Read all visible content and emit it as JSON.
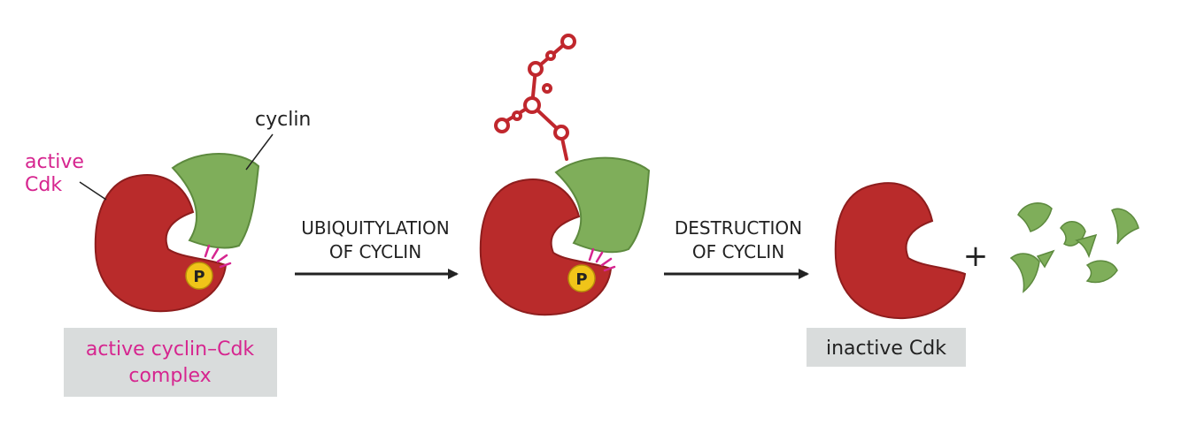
{
  "labels": {
    "cyclin": "cyclin",
    "active_cdk_line1": "active",
    "active_cdk_line2": "Cdk",
    "phospho": "P",
    "step1_line1": "UBIQUITYLATION",
    "step1_line2": "OF CYCLIN",
    "step2_line1": "DESTRUCTION",
    "step2_line2": "OF CYCLIN",
    "plus": "+",
    "complex_line1": "active cyclin–Cdk",
    "complex_line2": "complex",
    "inactive": "inactive Cdk"
  },
  "colors": {
    "cdk": "#b92b2b",
    "cdk_dark": "#8e1d1d",
    "cyclin": "#7fae5a",
    "cyclin_dark": "#5d8a3e",
    "phosphate": "#f0c419",
    "magenta": "#d6258f",
    "label_box": "#d9dcdc",
    "text": "#222222",
    "ubiquitin": "#c0272d"
  }
}
